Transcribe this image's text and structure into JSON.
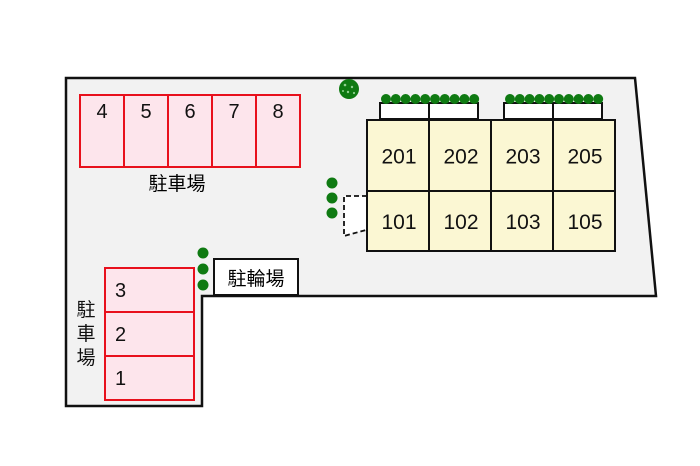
{
  "map": {
    "type": "site-layout",
    "colors": {
      "ground": "#f2f2f2",
      "outline": "#111111",
      "parking_fill": "#fde5ec",
      "parking_border": "#e8101c",
      "unit_fill": "#fbf7d3",
      "tree": "#0f7a12",
      "balcony_fill": "#ffffff"
    },
    "parking_top": {
      "label": "駐車場",
      "spaces": [
        "4",
        "5",
        "6",
        "7",
        "8"
      ]
    },
    "parking_left": {
      "label_chars": [
        "駐",
        "車",
        "場"
      ],
      "spaces": [
        "3",
        "2",
        "1"
      ]
    },
    "bicycle_parking": {
      "label": "駐輪場"
    },
    "building": {
      "upper_floor": [
        "201",
        "202",
        "203",
        "205"
      ],
      "lower_floor": [
        "101",
        "102",
        "103",
        "105"
      ]
    },
    "features": {
      "hedge_left_count": 10,
      "hedge_right_count": 10,
      "large_tree": "large-tree",
      "entrance": "dashed-entrance-area"
    }
  }
}
